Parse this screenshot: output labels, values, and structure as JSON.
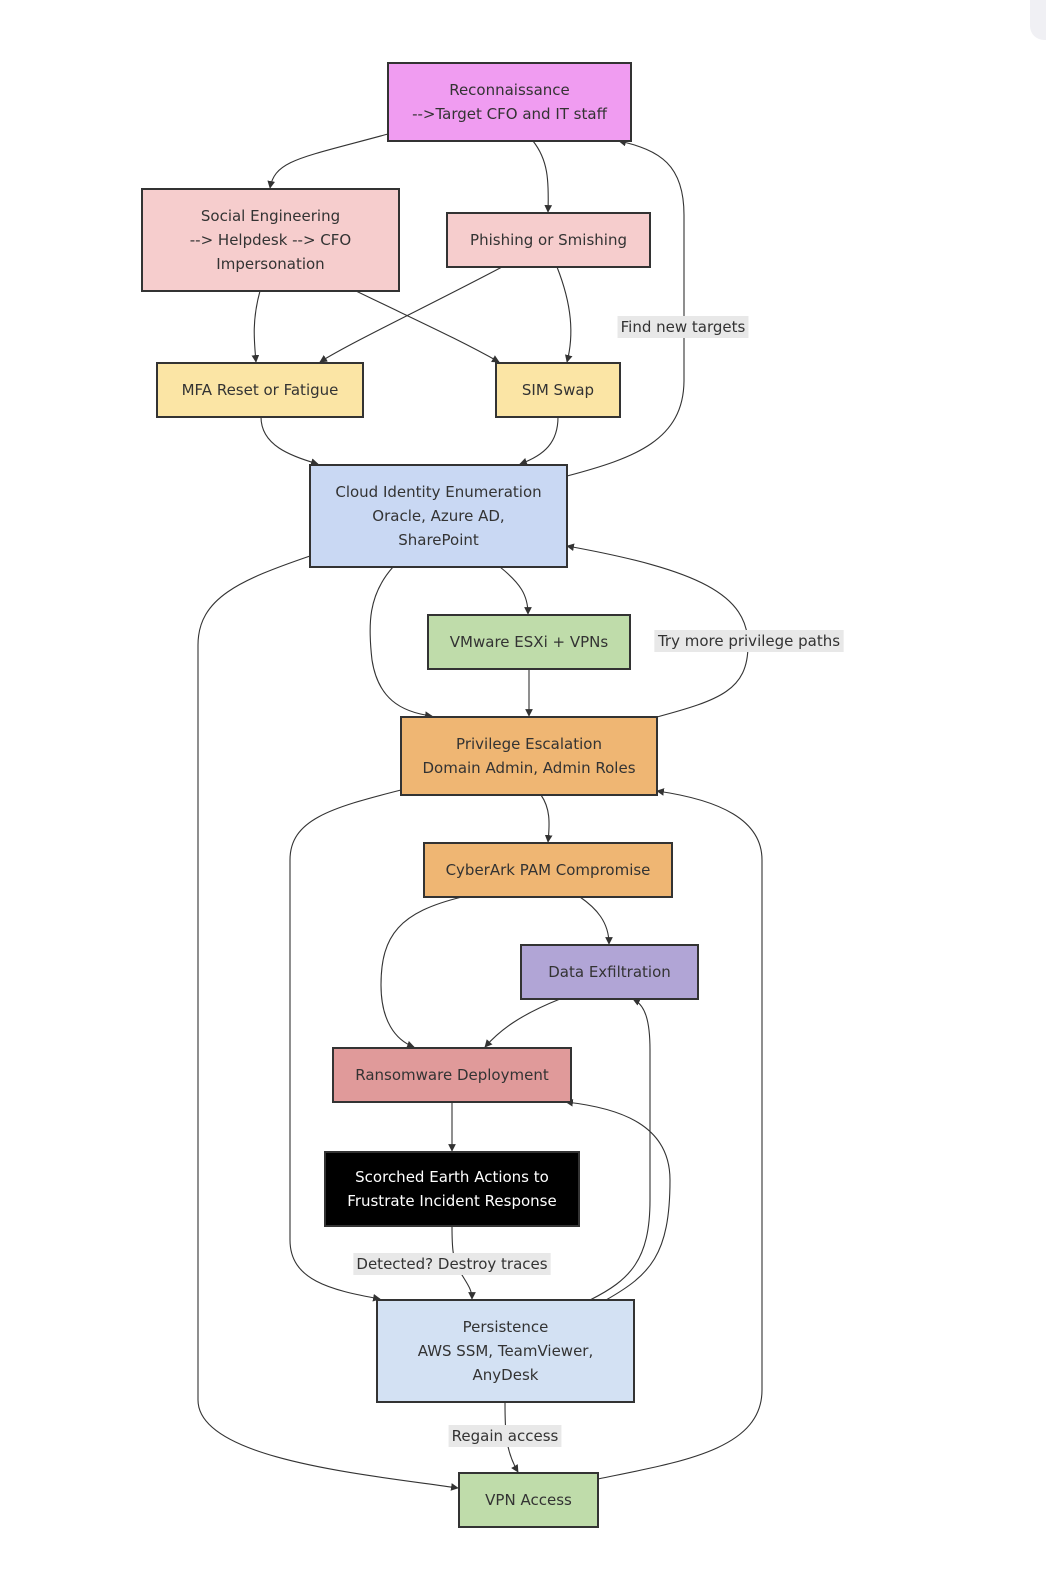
{
  "nodes": [
    {
      "id": "recon",
      "fill": "#f09cf1",
      "lines": [
        "Reconnaissance",
        "-->Target CFO and IT staff"
      ]
    },
    {
      "id": "social",
      "fill": "#f6cdcd",
      "lines": [
        "Social Engineering",
        "--> Helpdesk --> CFO",
        "Impersonation"
      ]
    },
    {
      "id": "phish",
      "fill": "#f6cdcd",
      "lines": [
        "Phishing or Smishing"
      ]
    },
    {
      "id": "mfa",
      "fill": "#fbe5a5",
      "lines": [
        "MFA Reset or Fatigue"
      ]
    },
    {
      "id": "sim",
      "fill": "#fbe5a5",
      "lines": [
        "SIM Swap"
      ]
    },
    {
      "id": "cloud",
      "fill": "#c9d8f3",
      "lines": [
        "Cloud Identity Enumeration",
        "Oracle, Azure AD,",
        "SharePoint"
      ]
    },
    {
      "id": "vmware",
      "fill": "#bfdcaa",
      "lines": [
        "VMware ESXi + VPNs"
      ]
    },
    {
      "id": "priv",
      "fill": "#efb673",
      "lines": [
        "Privilege Escalation",
        "Domain Admin, Admin Roles"
      ]
    },
    {
      "id": "cyberark",
      "fill": "#efb673",
      "lines": [
        "CyberArk PAM Compromise"
      ]
    },
    {
      "id": "exfil",
      "fill": "#b1a5d6",
      "lines": [
        "Data Exfiltration"
      ]
    },
    {
      "id": "ransom",
      "fill": "#e09a9a",
      "lines": [
        "Ransomware Deployment"
      ]
    },
    {
      "id": "scorched",
      "fill": "#000000",
      "lines": [
        "Scorched Earth Actions to",
        "Frustrate Incident Response"
      ]
    },
    {
      "id": "persist",
      "fill": "#d3e1f3",
      "lines": [
        "Persistence",
        "AWS SSM, TeamViewer,",
        "AnyDesk"
      ]
    },
    {
      "id": "vpn",
      "fill": "#bfdcaa",
      "lines": [
        "VPN Access"
      ]
    }
  ],
  "edges": [
    {
      "from": "recon",
      "to": "social"
    },
    {
      "from": "recon",
      "to": "phish"
    },
    {
      "from": "social",
      "to": "mfa"
    },
    {
      "from": "social",
      "to": "sim"
    },
    {
      "from": "phish",
      "to": "mfa"
    },
    {
      "from": "phish",
      "to": "sim"
    },
    {
      "from": "mfa",
      "to": "cloud"
    },
    {
      "from": "sim",
      "to": "cloud"
    },
    {
      "from": "cloud",
      "to": "recon",
      "label": "Find new targets"
    },
    {
      "from": "cloud",
      "to": "vmware"
    },
    {
      "from": "cloud",
      "to": "priv"
    },
    {
      "from": "vmware",
      "to": "priv"
    },
    {
      "from": "priv",
      "to": "cloud",
      "label": "Try more privilege paths"
    },
    {
      "from": "cloud",
      "to": "vpn"
    },
    {
      "from": "priv",
      "to": "cyberark"
    },
    {
      "from": "priv",
      "to": "persist"
    },
    {
      "from": "cyberark",
      "to": "exfil"
    },
    {
      "from": "cyberark",
      "to": "ransom"
    },
    {
      "from": "exfil",
      "to": "ransom"
    },
    {
      "from": "ransom",
      "to": "scorched"
    },
    {
      "from": "scorched",
      "to": "persist",
      "label": "Detected? Destroy traces"
    },
    {
      "from": "persist",
      "to": "exfil"
    },
    {
      "from": "persist",
      "to": "ransom"
    },
    {
      "from": "persist",
      "to": "vpn",
      "label": "Regain access"
    },
    {
      "from": "vpn",
      "to": "priv"
    }
  ]
}
